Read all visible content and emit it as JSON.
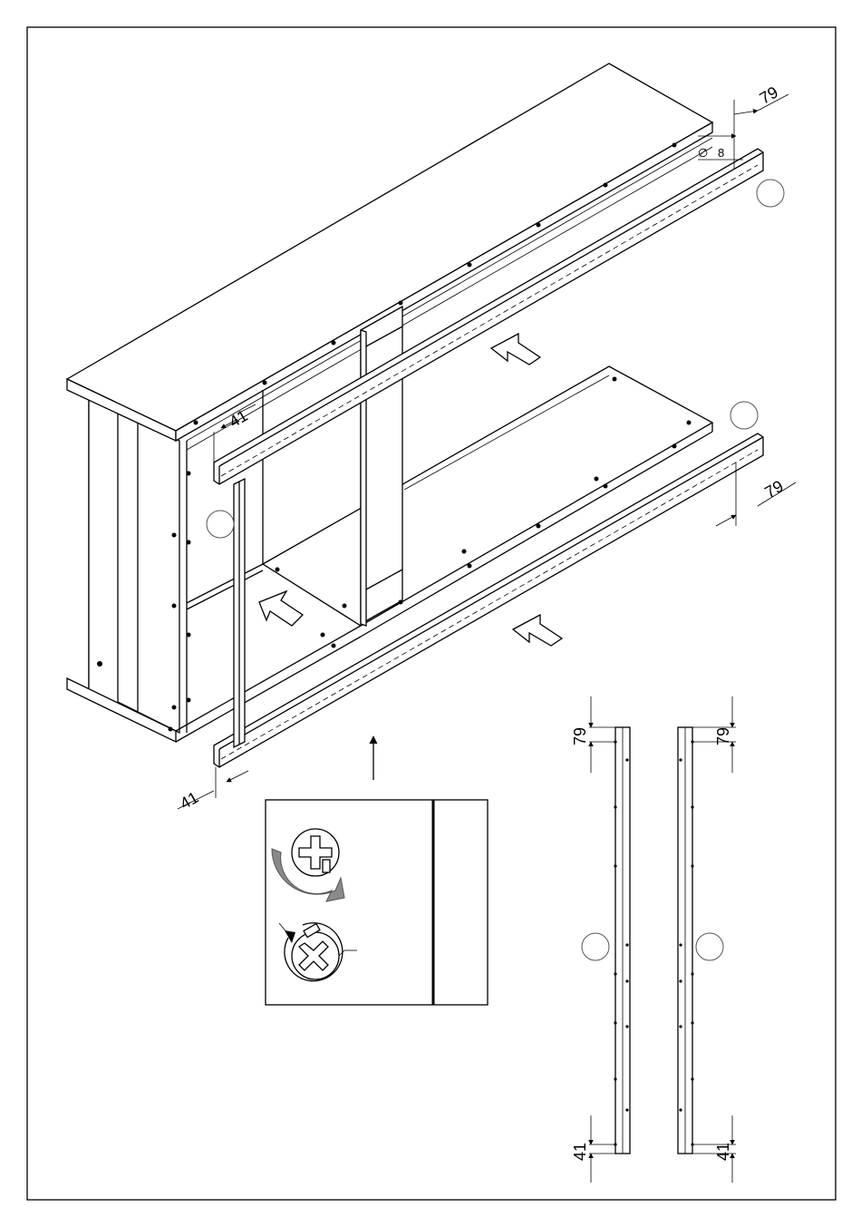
{
  "dimensions": {
    "top_rail_offset": "79",
    "top_rail_left_offset": "41",
    "bottom_rail_offset": "79",
    "bottom_rail_left_offset": "41",
    "hole_diameter_symbol": "∅",
    "hole_diameter": "8",
    "left_rail_top": "79",
    "left_rail_bottom": "41",
    "right_rail_top": "79",
    "right_rail_bottom": "41"
  },
  "colors": {
    "line": "#000000",
    "background": "#ffffff",
    "rotation_arrow": "#8a8a8a"
  },
  "icons": {
    "screw_tighten": "phillips-screw-clockwise-icon",
    "screw_loosen": "phillips-screw-counterclockwise-icon",
    "insert_arrow": "assembly-arrow-icon"
  }
}
